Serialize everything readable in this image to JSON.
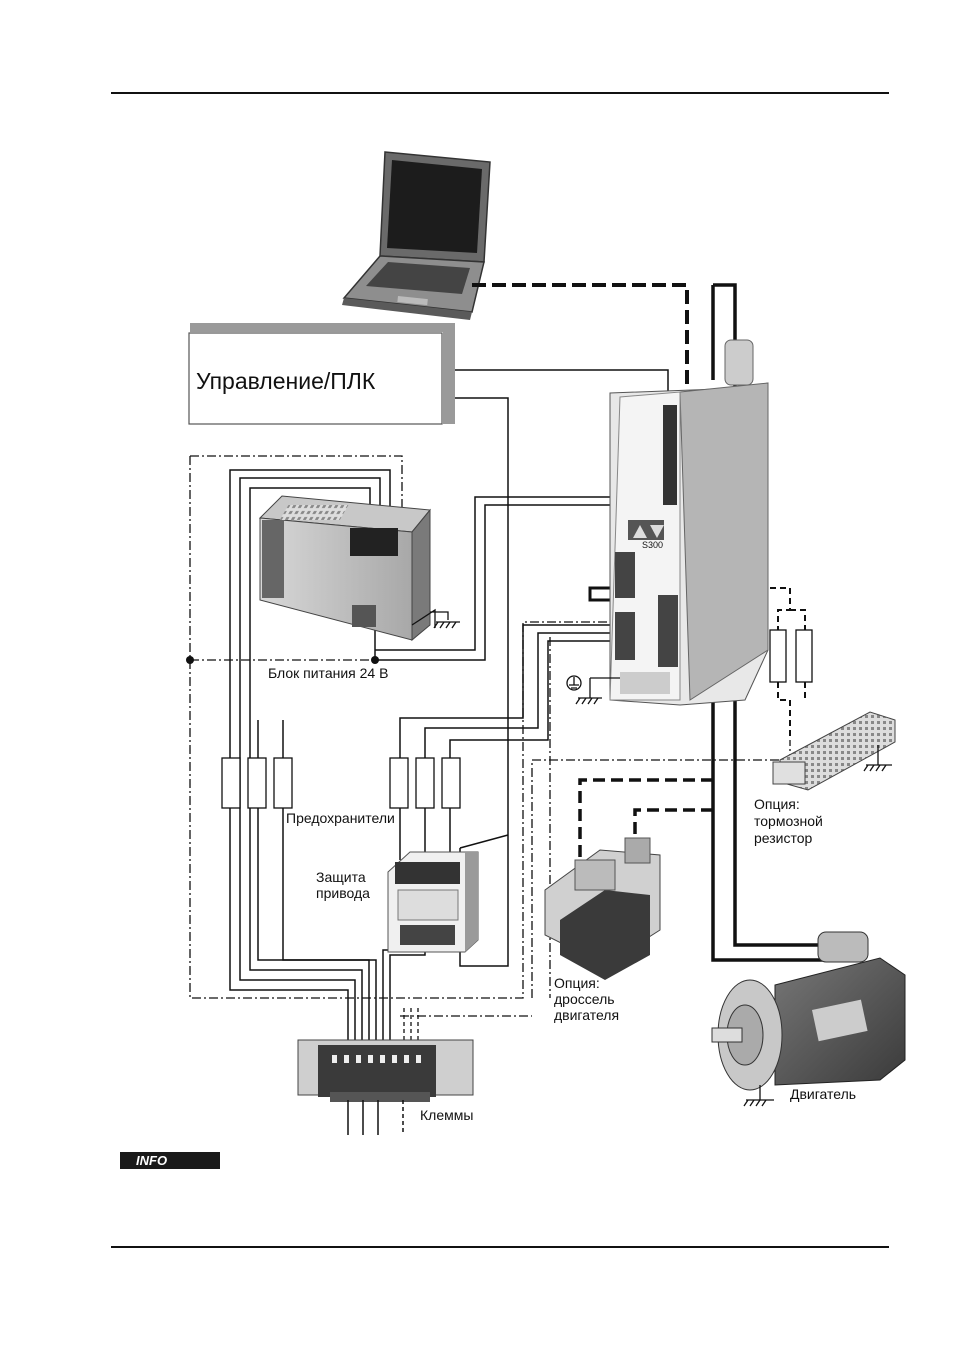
{
  "labels": {
    "plc": "Управление/ПЛК",
    "power_supply": "Блок питания 24 В",
    "fuses": "Предохранители",
    "drive_protection_1": "Защита",
    "drive_protection_2": "привода",
    "terminals": "Клеммы",
    "brake_resistor_1": "Опция:",
    "brake_resistor_2": "тормозной",
    "brake_resistor_3": "резистор",
    "choke_1": "Опция:",
    "choke_2": "дроссель",
    "choke_3": "двигателя",
    "motor": "Двигатель",
    "drive_model": "S300"
  },
  "info_badge": "INFO"
}
